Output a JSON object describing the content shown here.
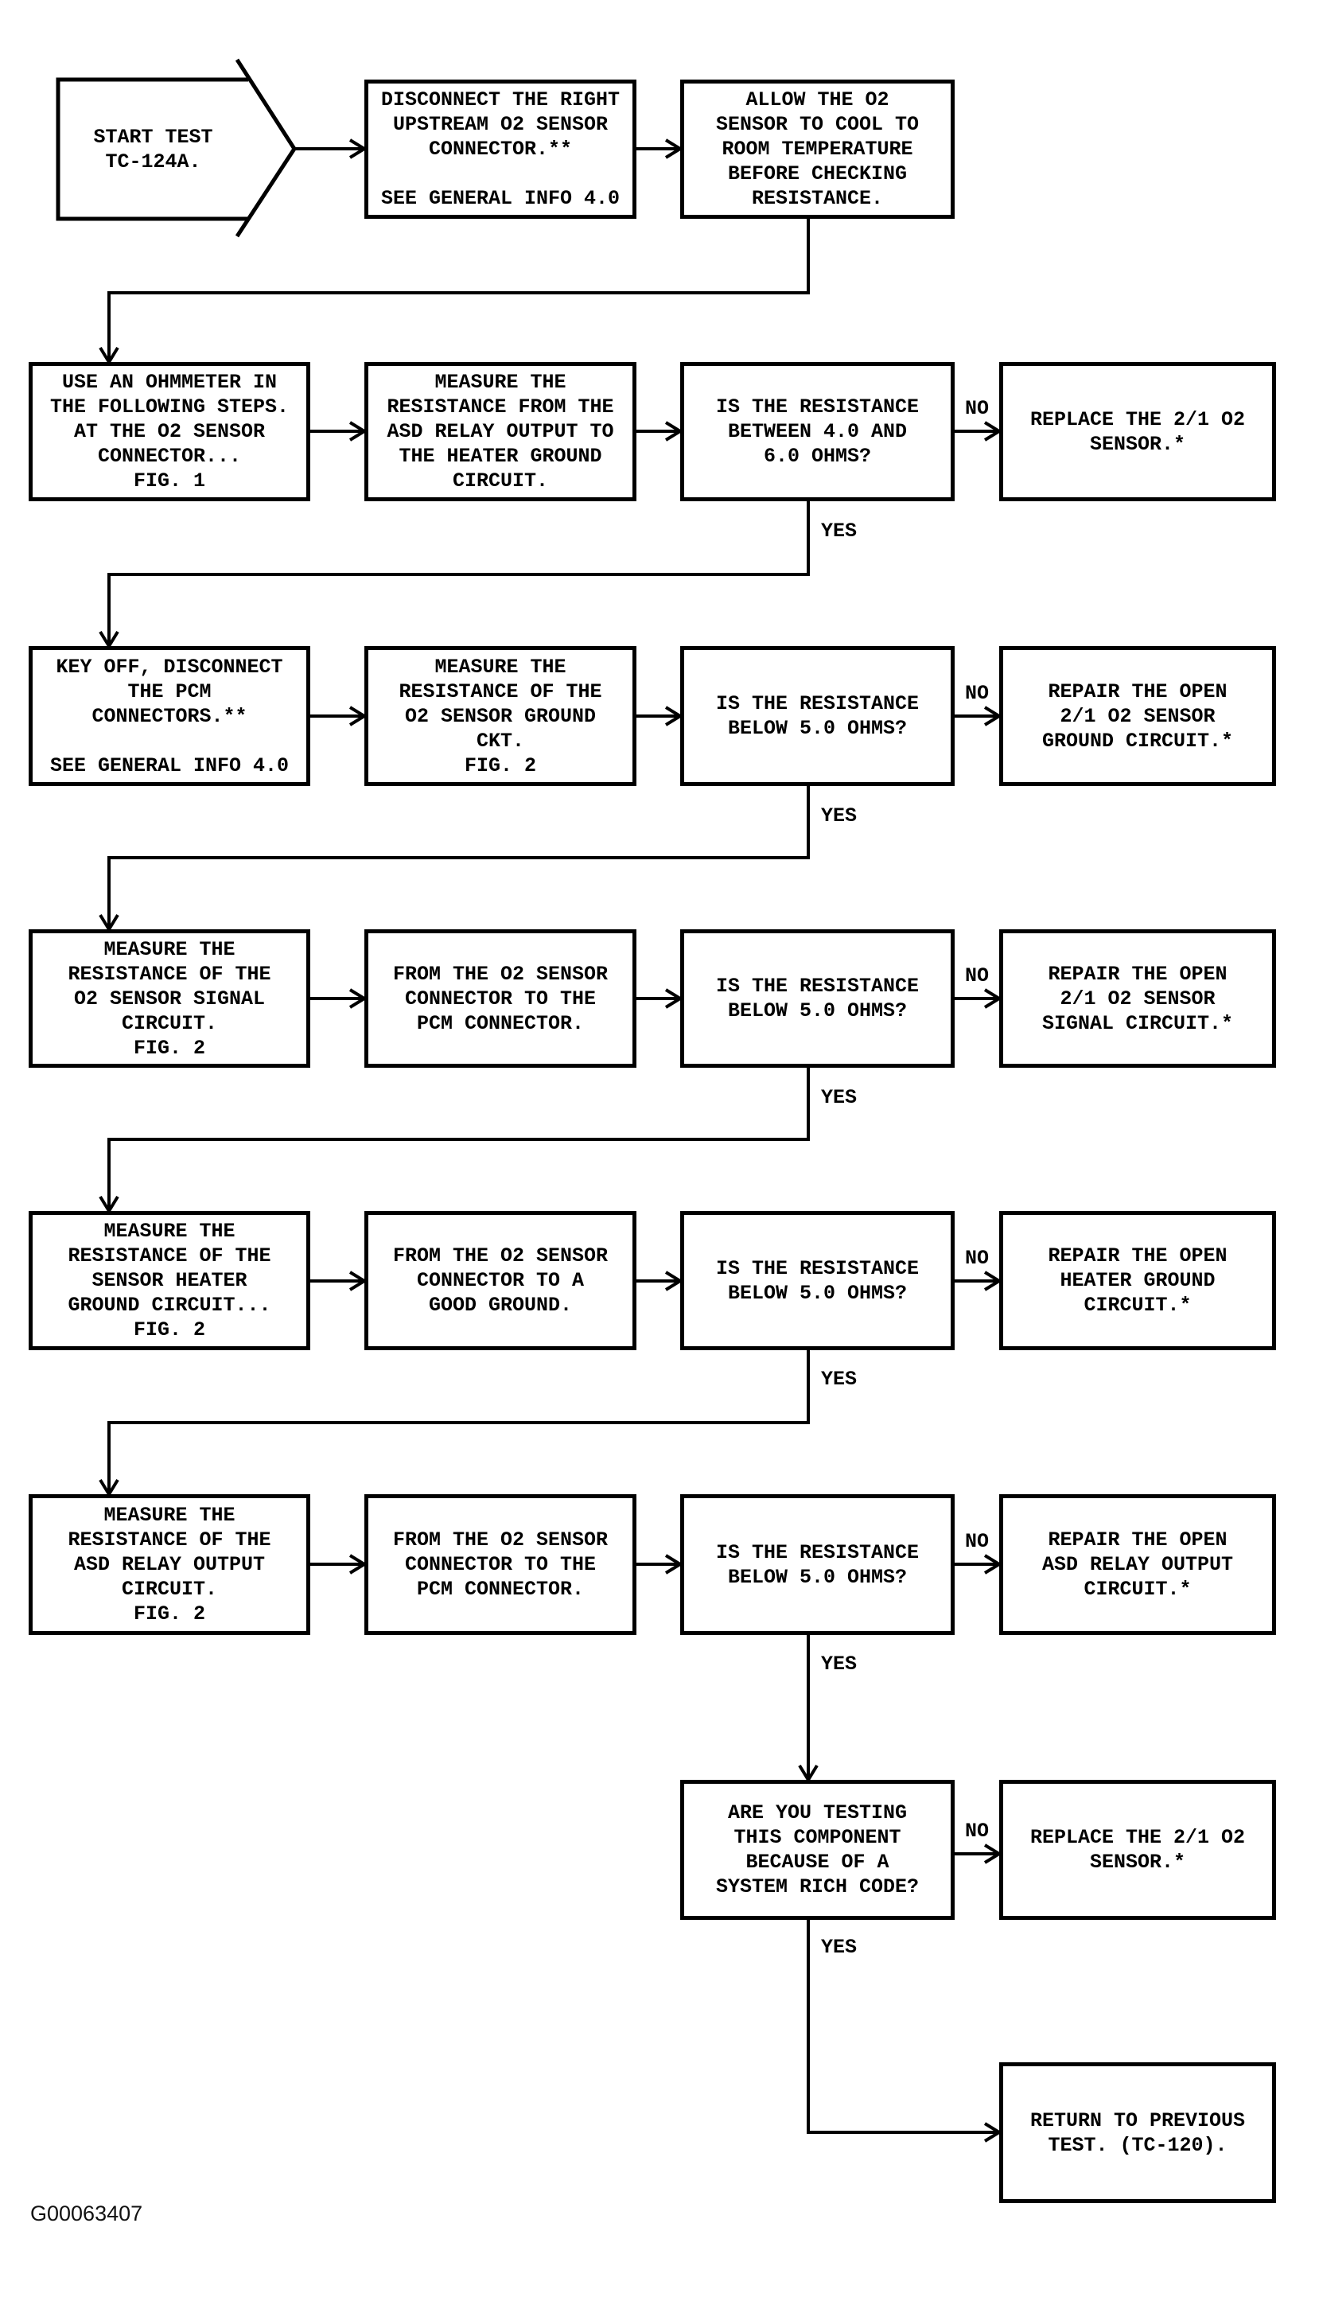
{
  "figure_label": "G00063407",
  "connector_labels": {
    "yes": "YES",
    "no": "NO"
  },
  "colors": {
    "line": "#000000",
    "background": "#ffffff",
    "box_fill": "#ffffff"
  },
  "nodes": {
    "start": "START TEST\nTC-124A.",
    "disconnect_sensor": "DISCONNECT THE RIGHT\nUPSTREAM O2 SENSOR\nCONNECTOR.**\n\nSEE GENERAL INFO 4.0",
    "allow_cool": "ALLOW THE O2\nSENSOR TO COOL TO\nROOM TEMPERATURE\nBEFORE CHECKING\nRESISTANCE.",
    "use_ohmmeter": "USE AN OHMMETER IN\nTHE FOLLOWING STEPS.\nAT THE O2 SENSOR\nCONNECTOR...\nFIG. 1",
    "measure_asd_to_heater": "MEASURE THE\nRESISTANCE FROM THE\nASD RELAY OUTPUT TO\nTHE HEATER GROUND\nCIRCUIT.",
    "q_resistance_4_6": "IS THE RESISTANCE\nBETWEEN 4.0 AND\n6.0 OHMS?",
    "replace_sensor_1": "REPLACE THE 2/1 O2\nSENSOR.*",
    "key_off": "KEY OFF, DISCONNECT\nTHE PCM\nCONNECTORS.**\n\nSEE GENERAL INFO 4.0",
    "measure_ground_ckt": "MEASURE THE\nRESISTANCE OF THE\nO2 SENSOR GROUND\nCKT.\nFIG. 2",
    "q_below_5_1": "IS THE RESISTANCE\nBELOW 5.0 OHMS?",
    "repair_ground_circuit": "REPAIR THE OPEN\n2/1 O2 SENSOR\nGROUND CIRCUIT.*",
    "measure_signal_circuit": "MEASURE THE\nRESISTANCE OF THE\nO2 SENSOR SIGNAL\nCIRCUIT.\nFIG. 2",
    "from_pcm_1": "FROM THE O2 SENSOR\nCONNECTOR TO THE\nPCM CONNECTOR.",
    "q_below_5_2": "IS THE RESISTANCE\nBELOW 5.0 OHMS?",
    "repair_signal_circuit": "REPAIR THE OPEN\n2/1 O2 SENSOR\nSIGNAL CIRCUIT.*",
    "measure_heater_ground": "MEASURE THE\nRESISTANCE OF THE\nSENSOR HEATER\nGROUND CIRCUIT...\nFIG. 2",
    "from_good_ground": "FROM THE O2 SENSOR\nCONNECTOR TO A\nGOOD GROUND.",
    "q_below_5_3": "IS THE RESISTANCE\nBELOW 5.0 OHMS?",
    "repair_heater_ground": "REPAIR THE OPEN\nHEATER GROUND\nCIRCUIT.*",
    "measure_asd_output": "MEASURE THE\nRESISTANCE OF THE\nASD RELAY OUTPUT\nCIRCUIT.\nFIG. 2",
    "from_pcm_2": "FROM THE O2 SENSOR\nCONNECTOR TO THE\nPCM CONNECTOR.",
    "q_below_5_4": "IS THE RESISTANCE\nBELOW 5.0 OHMS?",
    "repair_asd_output": "REPAIR THE OPEN\nASD RELAY OUTPUT\nCIRCUIT.*",
    "q_rich_code": "ARE YOU TESTING\nTHIS COMPONENT\nBECAUSE OF A\nSYSTEM RICH CODE?",
    "replace_sensor_2": "REPLACE THE 2/1 O2\nSENSOR.*",
    "return_previous": "RETURN TO PREVIOUS\nTEST. (TC-120)."
  }
}
